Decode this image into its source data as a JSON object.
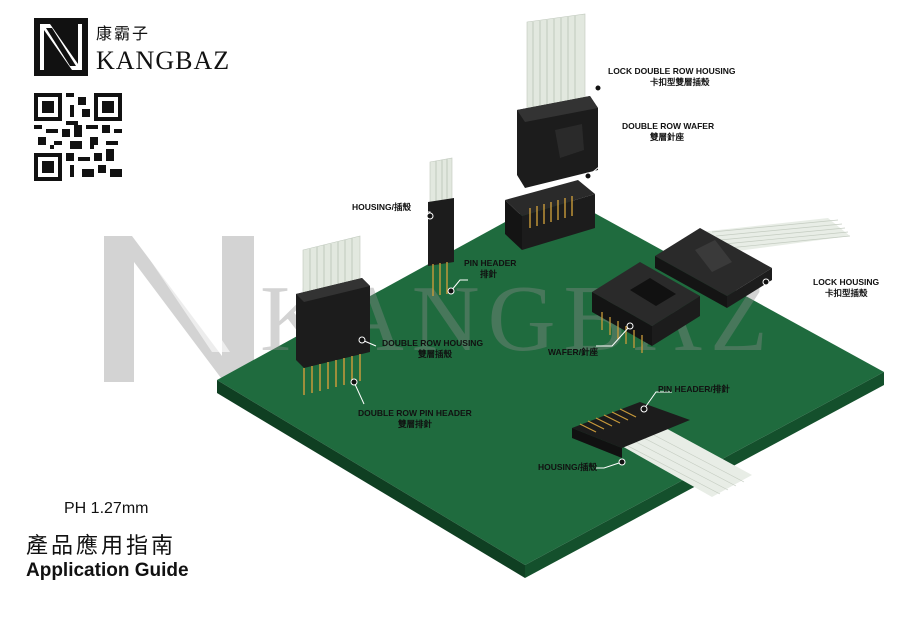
{
  "brand": {
    "name_cn": "康霸子",
    "name_en": "KANGBAZ",
    "logo": "kangbaz-n-logo",
    "qr": "qr-code"
  },
  "watermark": {
    "text": "KANGBAZ"
  },
  "callouts": {
    "lock_double_row_housing": {
      "en": "LOCK DOUBLE ROW HOUSING",
      "cn": "卡扣型雙層插殼"
    },
    "double_row_wafer": {
      "en": "DOUBLE ROW WAFER",
      "cn": "雙層針座"
    },
    "housing_top": {
      "en": "HOUSING/插殼"
    },
    "pin_header_top": {
      "en": "PIN HEADER",
      "cn": "排針"
    },
    "lock_housing": {
      "en": "LOCK HOUSING",
      "cn": "卡扣型插殼"
    },
    "double_row_housing": {
      "en": "DOUBLE ROW HOUSING",
      "cn": "雙層插殼"
    },
    "wafer": {
      "en": "WAFER/針座"
    },
    "double_row_pin_header": {
      "en": "DOUBLE ROW PIN HEADER",
      "cn": "雙層排針"
    },
    "pin_header_bottom": {
      "en": "PIN HEADER/排針"
    },
    "housing_bottom": {
      "en": "HOUSING/插殼"
    }
  },
  "footer": {
    "pitch": "PH 1.27mm",
    "title_cn": "產品應用指南",
    "title_en": "Application Guide"
  },
  "colors": {
    "pcb_top": "#1f6b3e",
    "pcb_side": "#0f3f22",
    "connector": "#1c1c1c",
    "cable": "#dfe6dc",
    "pins": "#c99a3a"
  }
}
